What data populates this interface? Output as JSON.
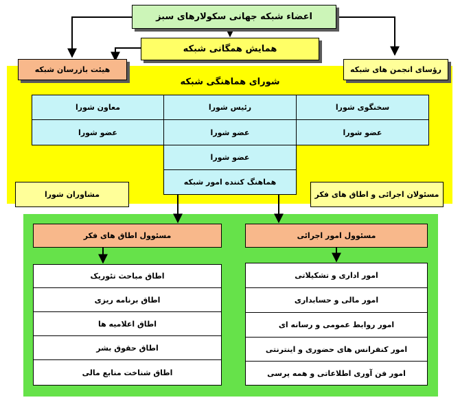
{
  "diagram": {
    "top_title": "اعضاء شبکه جهانی سکولارهای سبز",
    "assembly": "همایش همگانی شبکه",
    "inspectors": "هیئت بازرسان شبکه",
    "chapter_heads": "رؤسای انجمن های شبکه",
    "council_title": "شورای هماهنگی شبکه",
    "council": {
      "vice_chair": "معاون شورا",
      "chair": "رئیس شورا",
      "spokesperson": "سخنگوی شورا",
      "member_left": "عضو شورا",
      "member_center": "عضو شورا",
      "member_right": "عضو شورا",
      "member_center_2": "عضو شورا",
      "coordinator": "هماهنگ کننده امور شبکه"
    },
    "advisors": "مشاوران شورا",
    "exec_and_think_tanks": "مسئولان اجرائی و اطاق های فکر",
    "think_tank_head": "مسئوول اطاق های فکر",
    "exec_head": "مسئوول امور اجرائی",
    "think_tanks": [
      "اطاق مباحث تئوریک",
      "اطاق برنامه ریزی",
      "اطاق اعلامیه ها",
      "اطاق حقوق بشر",
      "اطاق شناخت منابع مالی"
    ],
    "exec_affairs": [
      "امور اداری و تشکیلاتی",
      "امور مالی و حسابداری",
      "امور روابط عمومی و رسانه ای",
      "امور کنفرانس های حضوری و اینترنتی",
      "امور فن آوری اطلاعاتی و همه پرسی"
    ]
  }
}
